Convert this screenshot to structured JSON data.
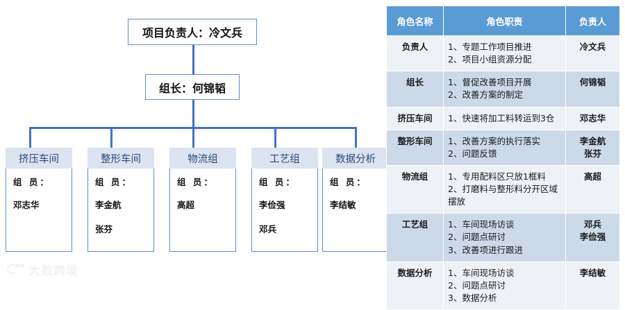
{
  "org_chart": {
    "root": {
      "label": "项目负责人：冷文兵"
    },
    "leader": {
      "label": "组长：何锦韬"
    },
    "members_label": "组 员：",
    "departments": [
      {
        "name": "挤压车间",
        "members": [
          "邓志华"
        ]
      },
      {
        "name": "整形车间",
        "members": [
          "李金航",
          "张芬"
        ]
      },
      {
        "name": "物流组",
        "members": [
          "高超"
        ]
      },
      {
        "name": "工艺组",
        "members": [
          "李俭强",
          "邓兵"
        ]
      },
      {
        "name": "数据分析",
        "members": [
          "李结敏"
        ]
      }
    ]
  },
  "watermark": {
    "text": "大数跨境"
  },
  "roles_table": {
    "columns": [
      "角色名称",
      "角色职责",
      "负责人"
    ],
    "rows": [
      {
        "role": "负责人",
        "duties": [
          "1、专题工作项目推进",
          "2、项目小组资源分配"
        ],
        "owners": [
          "冷文兵"
        ]
      },
      {
        "role": "组长",
        "duties": [
          "1、督促改善项目开展",
          "2、改善方案的制定"
        ],
        "owners": [
          "何锦韬"
        ]
      },
      {
        "role": "挤压车间",
        "duties": [
          "1、快速将加工料转运到3仓"
        ],
        "owners": [
          "邓志华"
        ]
      },
      {
        "role": "整形车间",
        "duties": [
          "1、改善方案的执行落实",
          "2、问题反馈"
        ],
        "owners": [
          "李金航",
          "张芬"
        ]
      },
      {
        "role": "物流组",
        "duties": [
          "1、专用配料区只放1框料",
          "2、打磨料与整形料分开区域摆放"
        ],
        "owners": [
          "高超"
        ]
      },
      {
        "role": "工艺组",
        "duties": [
          "1、车间现场访谈",
          "2、问题点研讨",
          "3、改善项进行跟进"
        ],
        "owners": [
          "邓兵",
          "李俭强"
        ]
      },
      {
        "role": "数据分析",
        "duties": [
          "1、车间现场访谈",
          "2、问题点研讨",
          "3、数据分析"
        ],
        "owners": [
          "李结敏"
        ]
      }
    ]
  },
  "colors": {
    "header_blue": "#5b9bd5",
    "band_dark": "#ccd9e8",
    "band_light": "#eef2f7",
    "connector_blue": "#4472c4",
    "box_border": "#5b8bd0",
    "dept_head_fill": "#dce3f1"
  }
}
